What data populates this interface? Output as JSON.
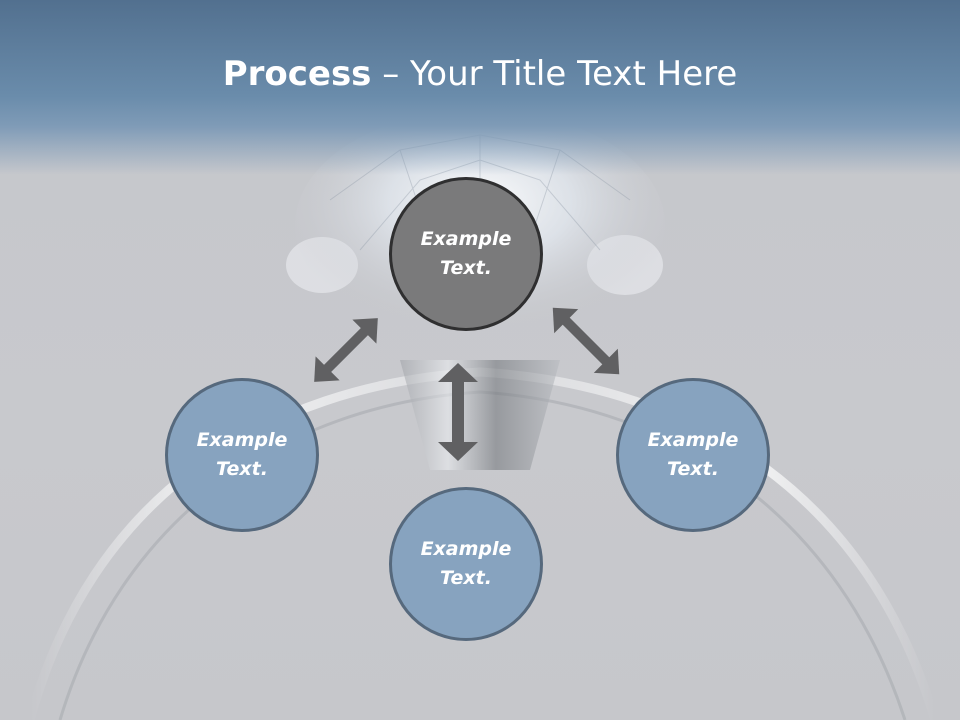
{
  "slide": {
    "title_bold": "Process",
    "title_rest": " – Your Title Text Here"
  },
  "nodes": {
    "center": "Example\nText.",
    "left": "Example\nText.",
    "bottom": "Example\nText.",
    "right": "Example\nText."
  },
  "colors": {
    "header": "#5f7f9f",
    "center_node": "#7a7a7b",
    "satellite_node": "#87a3bf",
    "arrow": "#606062"
  }
}
